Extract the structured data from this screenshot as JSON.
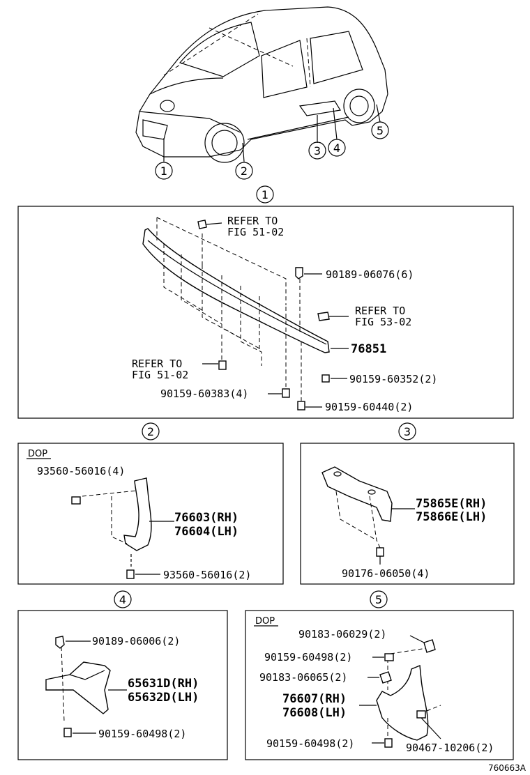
{
  "sections": [
    {
      "id": "1",
      "marker": "1"
    },
    {
      "id": "2",
      "marker": "2"
    },
    {
      "id": "3",
      "marker": "3"
    },
    {
      "id": "4",
      "marker": "4"
    },
    {
      "id": "5",
      "marker": "5"
    }
  ],
  "car_markers": [
    "1",
    "2",
    "3",
    "4",
    "5"
  ],
  "panel1": {
    "refer_top": [
      "REFER TO",
      "FIG 51-02"
    ],
    "refer_right": [
      "REFER TO",
      "FIG 53-02"
    ],
    "refer_left": [
      "REFER TO",
      "FIG 51-02"
    ],
    "p_90189": "90189-06076(6)",
    "p_76851": "76851",
    "p_60352": "90159-60352(2)",
    "p_60383": "90159-60383(4)",
    "p_60440": "90159-60440(2)"
  },
  "panel2": {
    "dop": "DOP",
    "p_top": "93560-56016(4)",
    "p_rh": "76603(RH)",
    "p_lh": "76604(LH)",
    "p_bottom": "93560-56016(2)"
  },
  "panel3": {
    "p_rh": "75865E(RH)",
    "p_lh": "75866E(LH)",
    "p_bottom": "90176-06050(4)"
  },
  "panel4": {
    "p_top": "90189-06006(2)",
    "p_rh": "65631D(RH)",
    "p_lh": "65632D(LH)",
    "p_bottom": "90159-60498(2)"
  },
  "panel5": {
    "dop": "DOP",
    "p_a": "90183-06029(2)",
    "p_b": "90159-60498(2)",
    "p_c": "90183-06065(2)",
    "p_rh": "76607(RH)",
    "p_lh": "76608(LH)",
    "p_d": "90159-60498(2)",
    "p_e": "90467-10206(2)"
  },
  "diagram_code": "760663A"
}
